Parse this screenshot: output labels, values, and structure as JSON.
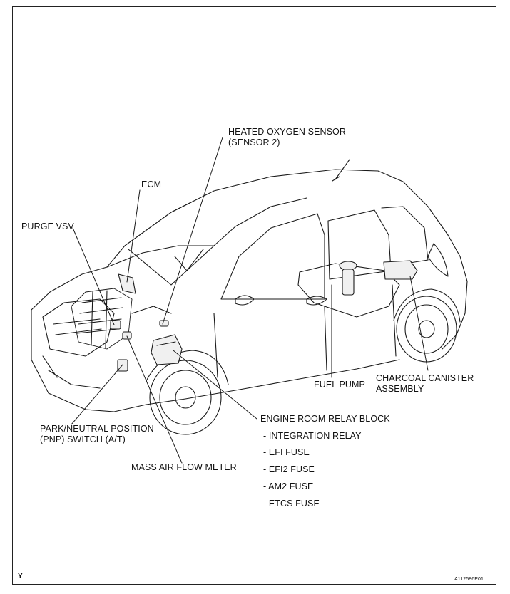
{
  "labels": {
    "heated_oxygen_sensor": [
      "HEATED OXYGEN SENSOR",
      "(SENSOR 2)"
    ],
    "ecm": "ECM",
    "purge_vsv": "PURGE VSV",
    "fuel_pump": "FUEL PUMP",
    "charcoal_canister": [
      "CHARCOAL CANISTER",
      "ASSEMBLY"
    ],
    "park_neutral_switch": [
      "PARK/NEUTRAL POSITION",
      "(PNP) SWITCH (A/T)"
    ],
    "engine_room_relay_block": "ENGINE ROOM RELAY BLOCK",
    "relay_block_items": [
      "- INTEGRATION RELAY",
      "- EFI FUSE",
      "- EFI2 FUSE",
      "- AM2 FUSE",
      "- ETCS FUSE"
    ],
    "mass_air_flow_meter": "MASS AIR FLOW METER"
  },
  "footer": {
    "view_code": "Y",
    "figure_id": "A112586E01"
  }
}
